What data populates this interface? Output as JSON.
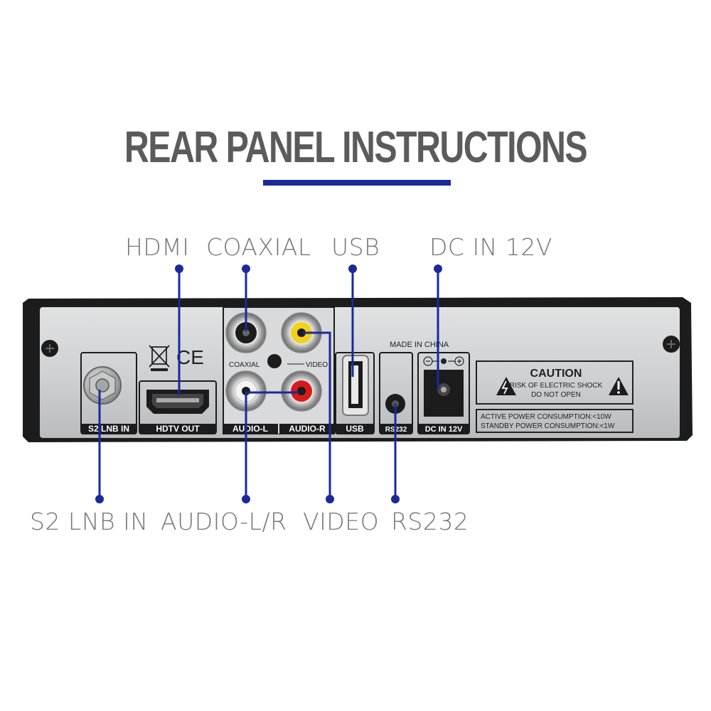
{
  "title": "REAR PANEL INSTRUCTIONS",
  "colors": {
    "accent": "#1a2a9a",
    "title_gray": "#5b5b5b",
    "callout_gray": "#777777",
    "panel_frame": "#1c1c1c",
    "panel_face": "#cfd2d4"
  },
  "callouts_top": [
    {
      "label": "HDMI"
    },
    {
      "label": "COAXIAL"
    },
    {
      "label": "USB"
    },
    {
      "label": "DC IN 12V"
    }
  ],
  "callouts_bottom": [
    {
      "label": "S2 LNB IN"
    },
    {
      "label": "AUDIO-L/R"
    },
    {
      "label": "VIDEO"
    },
    {
      "label": "RS232"
    }
  ],
  "panel": {
    "port_labels": {
      "lnb": "S2 LNB IN",
      "hdmi": "HDTV OUT",
      "audio_l": "AUDIO-L",
      "audio_r": "AUDIO-R",
      "usb": "USB",
      "rs232": "RS232",
      "dc": "DC IN 12V"
    },
    "coaxial_text": "COAXIAL",
    "video_text": "VIDEO",
    "made_in": "MADE IN CHINA",
    "ce_mark": "CE",
    "caution": {
      "title": "CAUTION",
      "line1": "RISK OF ELECTRIC SHOCK",
      "line2": "DO NOT OPEN"
    },
    "power": {
      "active": "ACTIVE POWER CONSUMPTION:<10W",
      "standby": "STANDBY POWER CONSUMPTION:<1W"
    }
  }
}
